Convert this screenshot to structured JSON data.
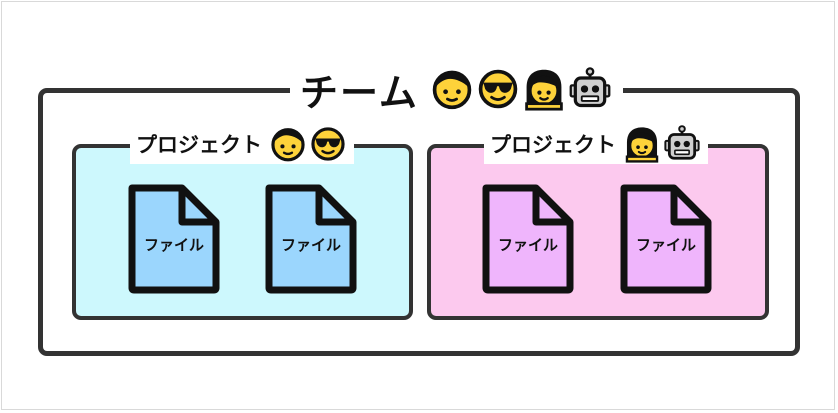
{
  "team": {
    "title": "チーム",
    "members": [
      "face-boy-icon",
      "face-sunglasses-icon",
      "face-woman-icon",
      "robot-icon"
    ]
  },
  "projects": [
    {
      "title": "プロジェクト",
      "members": [
        "face-boy-icon",
        "face-sunglasses-icon"
      ],
      "color": "#cdf8fd",
      "file_color": "#9bd6fd",
      "files": [
        {
          "label": "ファイル"
        },
        {
          "label": "ファイル"
        }
      ]
    },
    {
      "title": "プロジェクト",
      "members": [
        "face-woman-icon",
        "robot-icon"
      ],
      "color": "#fcc9ee",
      "file_color": "#efb5fc",
      "files": [
        {
          "label": "ファイル"
        },
        {
          "label": "ファイル"
        }
      ]
    }
  ],
  "colors": {
    "outline": "#333333",
    "skin": "#fdd23a",
    "hair": "#111111",
    "robot": "#cfcfcf"
  }
}
